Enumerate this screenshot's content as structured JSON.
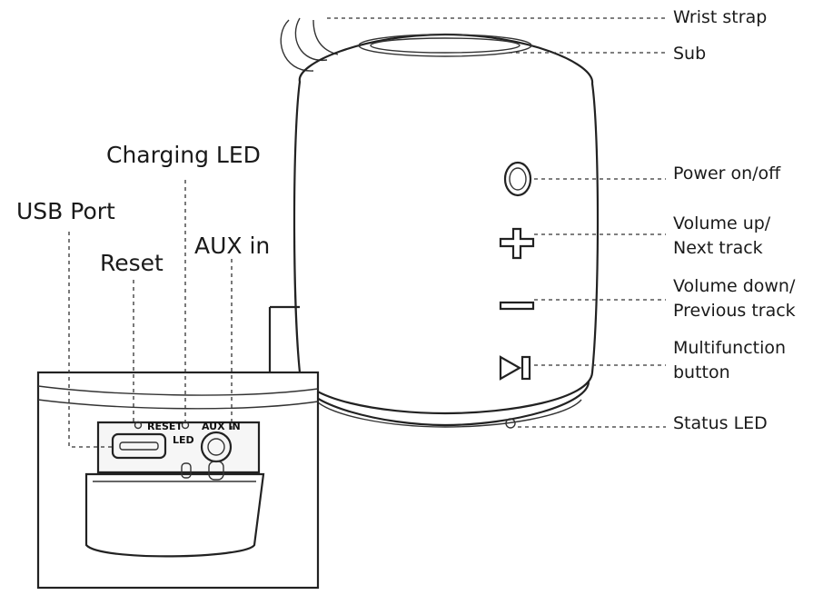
{
  "labels": {
    "wrist_strap": "Wrist strap",
    "sub": "Sub",
    "power": "Power on/off",
    "volume_up_1": "Volume up/",
    "volume_up_2": "Next track",
    "volume_down_1": "Volume down/",
    "volume_down_2": "Previous track",
    "multifunction_1": "Multifunction",
    "multifunction_2": "button",
    "status_led": "Status LED",
    "charging_led": "Charging LED",
    "usb_port": "USB Port",
    "reset": "Reset",
    "aux_in": "AUX in"
  },
  "port_markings": {
    "reset": "RESET",
    "led": "LED",
    "aux": "AUX IN"
  }
}
